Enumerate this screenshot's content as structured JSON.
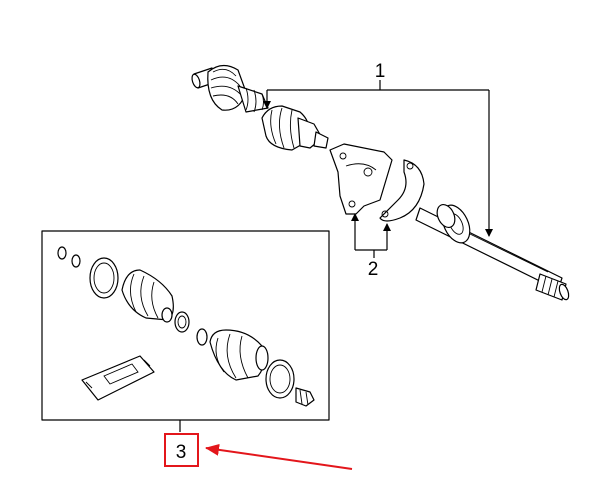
{
  "callouts": {
    "axle": "1",
    "bracket": "2",
    "kit": "3"
  },
  "colors": {
    "line": "#000000",
    "highlight": "#e3161b",
    "background": "#ffffff"
  }
}
